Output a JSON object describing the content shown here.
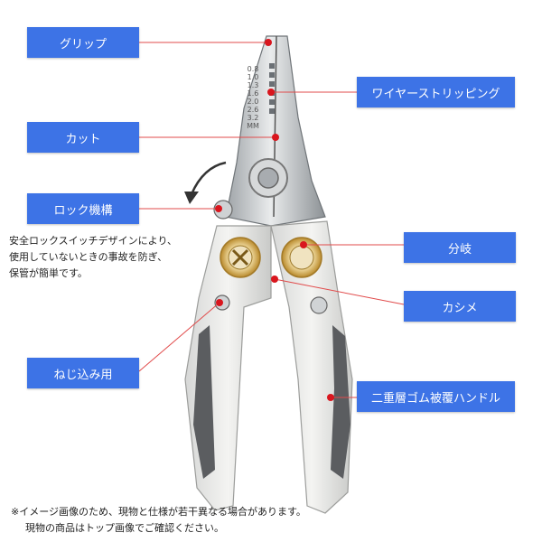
{
  "callouts": {
    "grip": "グリップ",
    "wire_stripping": "ワイヤーストリッピング",
    "cut": "カット",
    "lock": "ロック機構",
    "branch": "分岐",
    "crimp": "カシメ",
    "screw": "ねじ込み用",
    "handle": "二重層ゴム被覆ハンドル"
  },
  "lock_note": [
    "安全ロックスイッチデザインにより、",
    "使用していないときの事故を防ぎ、",
    "保管が簡単です。"
  ],
  "gauge_scale": [
    "0.8",
    "1.0",
    "1.3",
    "1.6",
    "2.0",
    "2.6",
    "3.2",
    "MM"
  ],
  "disclaimer": [
    "※イメージ画像のため、現物と仕様が若干異なる場合があります。",
    "現物の商品はトップ画像でご確認ください。"
  ],
  "colors": {
    "label_bg": "#3d73e6",
    "leader": "#e14b4b",
    "dot": "#d9161e",
    "grip_gray": "#5b5d60",
    "gold": "#c89a3a"
  }
}
